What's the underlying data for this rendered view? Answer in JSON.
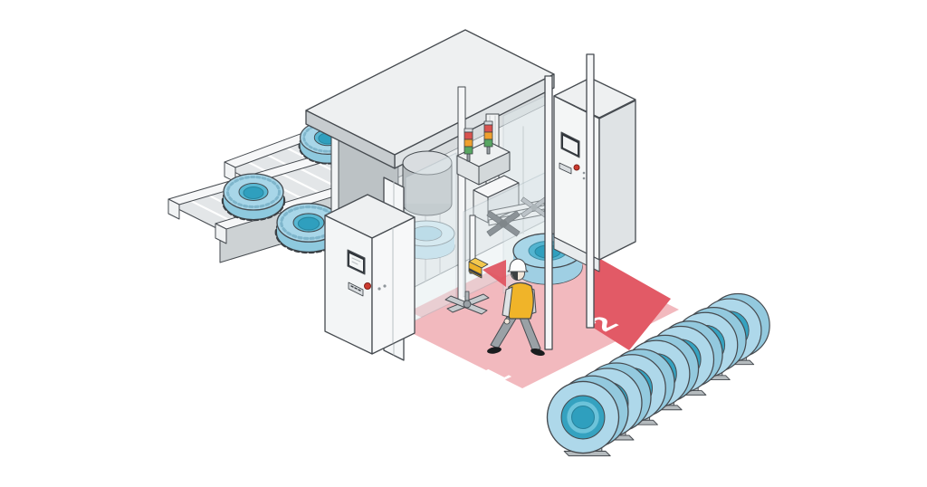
{
  "scene": {
    "background": "#ffffff",
    "outline_color": "#464b50",
    "floor_zones": {
      "zone1": {
        "label": "1",
        "color": "#f2b9be",
        "label_color": "#ffffff"
      },
      "zone2": {
        "label": "2",
        "color": "#e25a66",
        "label_color": "#ffffff"
      }
    },
    "safety": {
      "scanner_color": "#ecb32a",
      "scan_fan_color": "#e0525e",
      "signal_tower": {
        "red": "#d9534f",
        "amber": "#efa02e",
        "green": "#58a662"
      },
      "estop_color": "#cc3b30"
    },
    "machine_colors": {
      "light": "#eef0f1",
      "mid": "#d9dddf",
      "dark": "#bcc2c5",
      "screen_frame": "#2f343a"
    },
    "tires": {
      "conveyor_count": 3,
      "rack_count": 7,
      "tread_side": "#8ec9de",
      "top_face": "#a8d6e8",
      "rack_rim": "#aed8ea",
      "rack_ring": "#35a2c0",
      "hub": "#2f9fbe"
    },
    "worker": {
      "helmet": "#fdfdfd",
      "vest": "#f0b429",
      "pants": "#9aa1a6",
      "shoes": "#1a1c1e",
      "skin": "#f2e7da"
    }
  }
}
